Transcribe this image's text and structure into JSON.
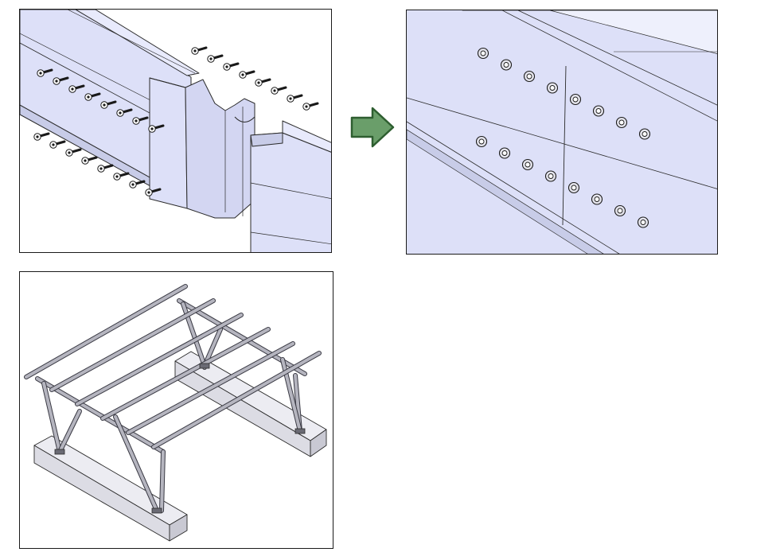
{
  "figure": {
    "panels": [
      {
        "id": "splice-before",
        "content": "rail-splice-exploded"
      },
      {
        "id": "splice-after",
        "content": "rail-splice-assembled"
      },
      {
        "id": "carport-frame",
        "content": "solar-carport-structure"
      }
    ],
    "arrow": {
      "icon": "right-arrow-icon",
      "color": "#6a9e6a",
      "stroke": "#2e5e30"
    },
    "colors": {
      "rail": "#dde0f8",
      "rail_dark": "#c8cce8",
      "edge": "#2a2a2a",
      "frame": "#a9a9b3",
      "frame_dark": "#7a7a84",
      "footing": "#dcdce4",
      "footing_top": "#ececf2"
    }
  }
}
